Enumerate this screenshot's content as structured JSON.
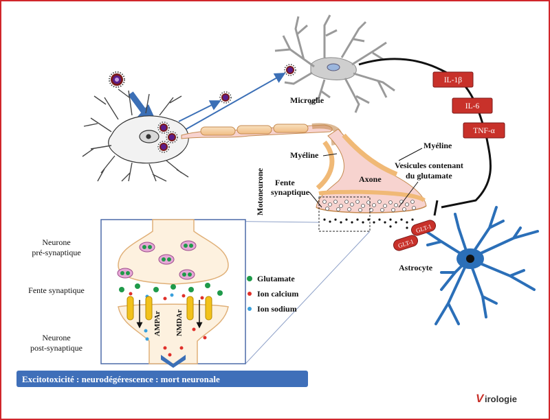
{
  "labels": {
    "microglie": "Microglie",
    "myeline_left": "Myéline",
    "myeline_right": "Myéline",
    "axone": "Axone",
    "motoneurone": "Motoneurone",
    "fente_synaptique_top": "Fente",
    "fente_synaptique_bottom": "synaptique",
    "vesicules_line1": "Vesicules contenant",
    "vesicules_line2": "du glutamate",
    "astrocyte": "Astrocyte",
    "glt1_a": "GLT-1",
    "glt1_b": "GLT-1",
    "neurone_pre_line1": "Neurone",
    "neurone_pre_line2": "pré-synaptique",
    "fente_synaptique_inset": "Fente synaptique",
    "neurone_post_line1": "Neurone",
    "neurone_post_line2": "post-synaptique",
    "ampar": "AMPAr",
    "nmdar": "NMDAr"
  },
  "cytokines": [
    "IL-1β",
    "IL-6",
    "TNF-α"
  ],
  "legend": [
    {
      "label": "Glutamate",
      "color": "#1f9a4a"
    },
    {
      "label": "Ion calcium",
      "color": "#e0302a"
    },
    {
      "label": "Ion sodium",
      "color": "#3aa0dc"
    }
  ],
  "banner": "Excitotoxicité : neurodégérescence : mort neuronale",
  "logo": "Virologie",
  "colors": {
    "frame": "#d0262b",
    "cytokine_box": "#c8312a",
    "astrocyte": "#2b6fb8",
    "banner": "#3f6fb9",
    "myelin": "#f4c78d",
    "axon_fill": "#f7d3cf",
    "inset_border": "#4b6aa8"
  }
}
